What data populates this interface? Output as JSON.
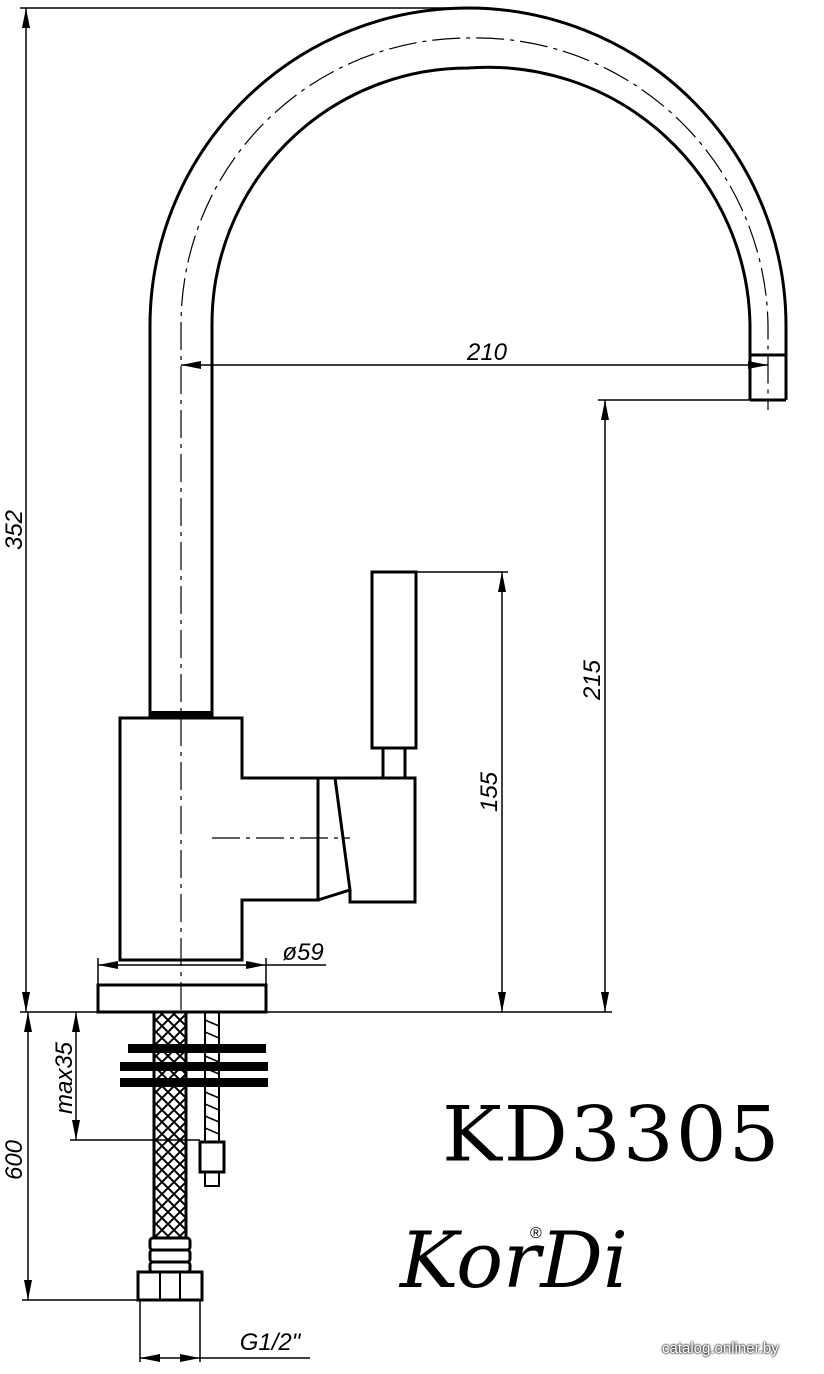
{
  "dimensions": {
    "total_height": "352",
    "spout_reach": "210",
    "spout_height": "215",
    "handle_height": "155",
    "base_diameter": "ø59",
    "hose_length": "600",
    "max_counter_thickness": "max35",
    "thread": "G1/2\""
  },
  "product": {
    "model": "KD3305",
    "brand": "KorDi",
    "registered": "®"
  },
  "watermark": "catalog.onliner.by"
}
